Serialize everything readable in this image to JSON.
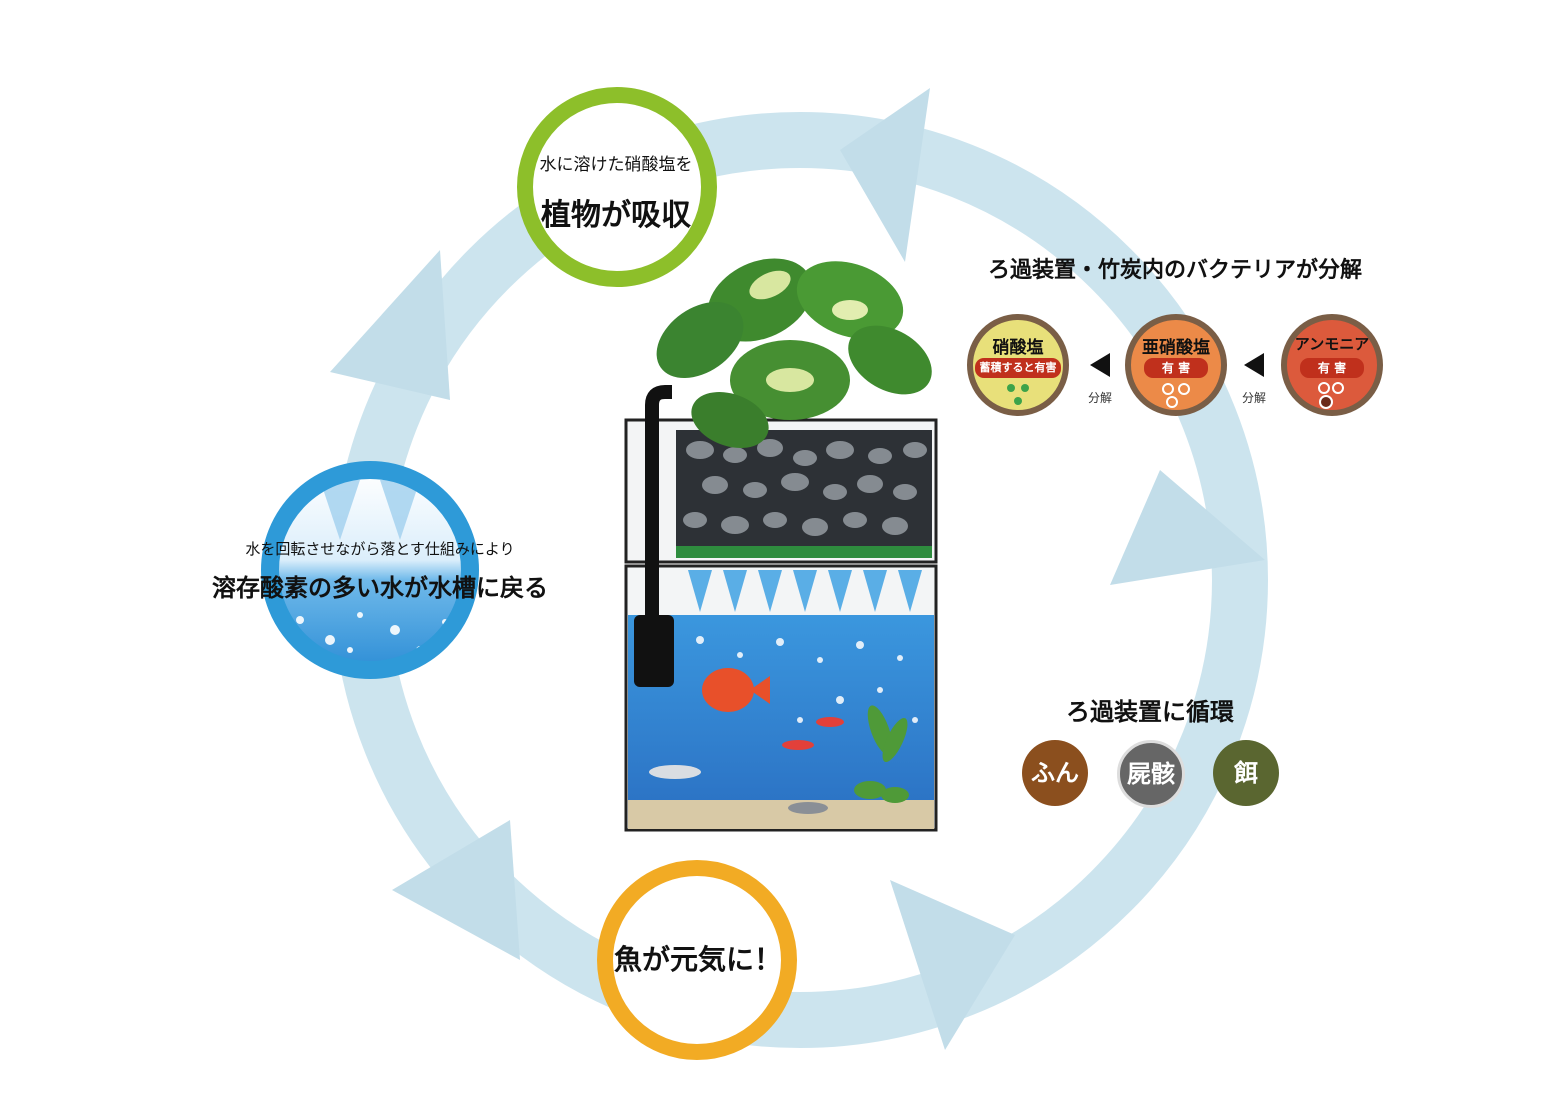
{
  "nodes": {
    "plant": {
      "small": "水に溶けた硝酸塩を",
      "big": "植物が吸収"
    },
    "oxygen": {
      "small": "水を回転させながら落とす仕組みにより",
      "big": "溶存酸素の多い水が水槽に戻る"
    },
    "fish": {
      "big": "魚が元気に！"
    }
  },
  "bacteria": {
    "title": "ろ過装置・竹炭内のバクテリアが分解",
    "chemicals": [
      {
        "name": "硝酸塩",
        "badge": "蓄積すると有害"
      },
      {
        "name": "亜硝酸塩",
        "badge": "有 害"
      },
      {
        "name": "アンモニア",
        "badge": "有 害"
      }
    ],
    "decomp_label": "分解"
  },
  "circulation": {
    "title": "ろ過装置に循環",
    "items": [
      "ふん",
      "屍骸",
      "餌"
    ]
  },
  "colors": {
    "arrow": "#cfe4ee",
    "plant_ring": "#8dbf2a",
    "oxygen_ring": "#2e9ad8",
    "fish_ring": "#f2ab24",
    "nitrate": "#e8e07a",
    "nitrite": "#ec8a48",
    "ammonia": "#dc5a3c",
    "chem_ring": "#7a5e46",
    "feces": "#8b4f1e",
    "carcass": "#666666",
    "food": "#5a6630"
  }
}
